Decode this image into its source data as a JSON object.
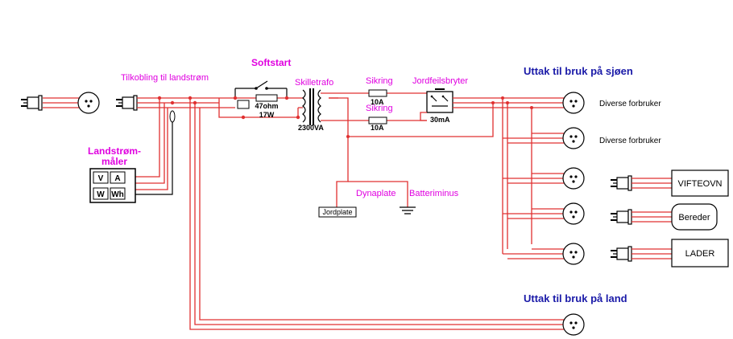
{
  "labels": {
    "tilkobling": "Tilkobling til landstrøm",
    "softstart": "Softstart",
    "skilletrafo": "Skilletrafo",
    "resistor_value": "47ohm",
    "resistor_power": "17W",
    "trafo_rating": "2300VA",
    "sikring_top": "Sikring",
    "sikring_bottom": "Sikring",
    "fuse_top_rating": "10A",
    "fuse_bottom_rating": "10A",
    "jordfeilsbryter": "Jordfeilsbryter",
    "rcd_rating": "30mA",
    "landstrom_line1": "Landstrøm-",
    "landstrom_line2": "måler",
    "meter_v": "V",
    "meter_a": "A",
    "meter_w": "W",
    "meter_wh": "Wh",
    "dynaplate": "Dynaplate",
    "batteriminus": "Batteriminus",
    "jordplate": "Jordplate",
    "uttak_sjo": "Uttak til bruk på sjøen",
    "uttak_land": "Uttak til bruk på land",
    "diverse_1": "Diverse forbruker",
    "diverse_2": "Diverse forbruker",
    "vifteovn": "VIFTEOVN",
    "bereder": "Bereder",
    "lader": "LADER"
  },
  "colors": {
    "wire": "#e03030",
    "label": "#e000e0",
    "heading": "#1a1aa8"
  }
}
